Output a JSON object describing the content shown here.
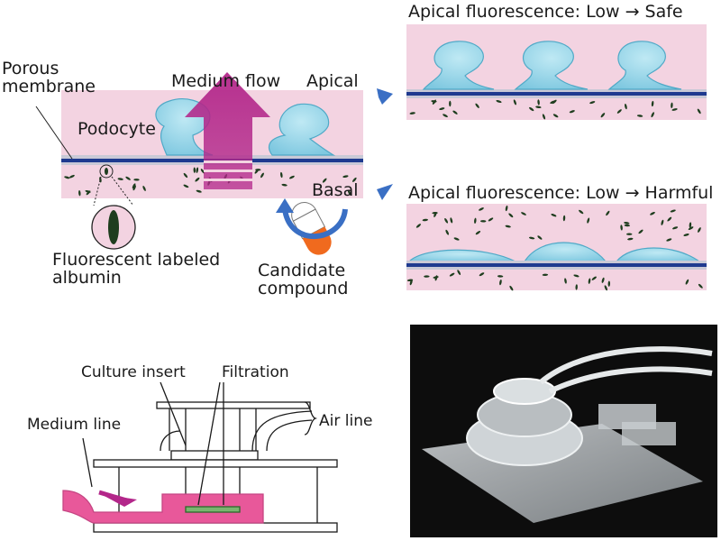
{
  "top_diagram": {
    "porous_membrane": "Porous\nmembrane",
    "medium_flow": "Medium flow",
    "apical": "Apical",
    "podocyte": "Podocyte",
    "basal": "Basal",
    "fluorescent_albumin": "Fluorescent labeled\nalbumin",
    "candidate_compound": "Candidate\ncompound"
  },
  "panels": {
    "safe": "Apical fluorescence: Low → Safe",
    "harmful": "Apical fluorescence: Low → Harmful"
  },
  "device_diagram": {
    "culture_insert": "Culture insert",
    "filtration": "Filtration",
    "air_line": "Air line",
    "medium_line": "Medium line"
  },
  "colors": {
    "pink_bg": "#f3d3e1",
    "cell": "#8fd3e6",
    "cell_edge": "#4fa9c7",
    "membrane": "#1f3a8f",
    "arrow": "#b3278a",
    "medium": "#e8589a",
    "blue_arrow": "#3a6fc4"
  }
}
